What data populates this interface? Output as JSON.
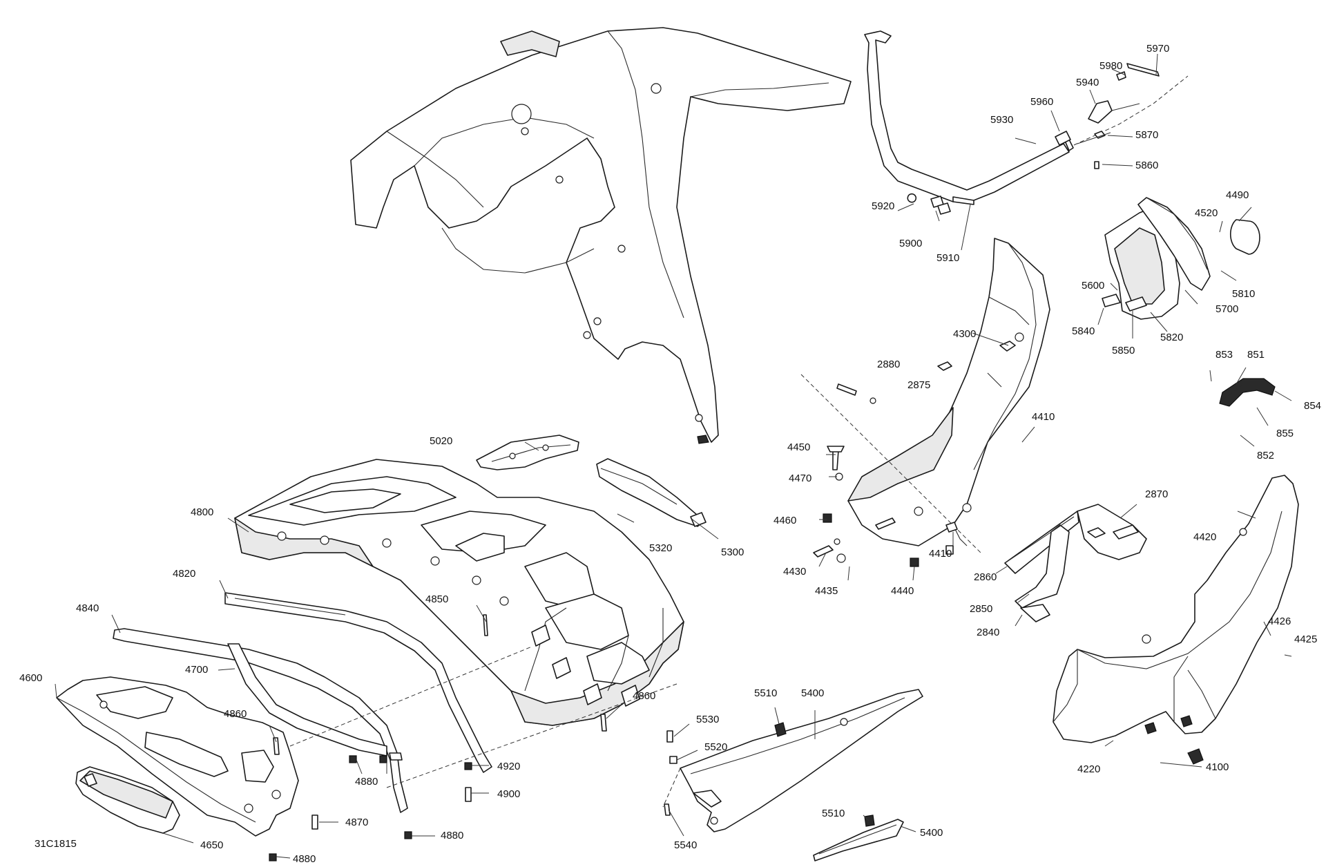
{
  "figure_id": "31C1815",
  "callouts": [
    {
      "id": "c5970",
      "label": "5970"
    },
    {
      "id": "c5980",
      "label": "5980"
    },
    {
      "id": "c5940",
      "label": "5940"
    },
    {
      "id": "c5960",
      "label": "5960"
    },
    {
      "id": "c5930",
      "label": "5930"
    },
    {
      "id": "c5870",
      "label": "5870"
    },
    {
      "id": "c5860",
      "label": "5860"
    },
    {
      "id": "c5920",
      "label": "5920"
    },
    {
      "id": "c5900",
      "label": "5900"
    },
    {
      "id": "c5910",
      "label": "5910"
    },
    {
      "id": "c4490",
      "label": "4490"
    },
    {
      "id": "c4520",
      "label": "4520"
    },
    {
      "id": "c5600",
      "label": "5600"
    },
    {
      "id": "c5700",
      "label": "5700"
    },
    {
      "id": "c5810",
      "label": "5810"
    },
    {
      "id": "c5840",
      "label": "5840"
    },
    {
      "id": "c5850",
      "label": "5850"
    },
    {
      "id": "c5820",
      "label": "5820"
    },
    {
      "id": "c4300",
      "label": "4300"
    },
    {
      "id": "c2880",
      "label": "2880"
    },
    {
      "id": "c2875",
      "label": "2875"
    },
    {
      "id": "c4410a",
      "label": "4410"
    },
    {
      "id": "c4410b",
      "label": "4410"
    },
    {
      "id": "c4450",
      "label": "4450"
    },
    {
      "id": "c4470",
      "label": "4470"
    },
    {
      "id": "c4460",
      "label": "4460"
    },
    {
      "id": "c4430",
      "label": "4430"
    },
    {
      "id": "c4435",
      "label": "4435"
    },
    {
      "id": "c4440",
      "label": "4440"
    },
    {
      "id": "c853",
      "label": "853"
    },
    {
      "id": "c851",
      "label": "851"
    },
    {
      "id": "c854",
      "label": "854"
    },
    {
      "id": "c855",
      "label": "855"
    },
    {
      "id": "c852",
      "label": "852"
    },
    {
      "id": "c2870",
      "label": "2870"
    },
    {
      "id": "c2860",
      "label": "2860"
    },
    {
      "id": "c2850",
      "label": "2850"
    },
    {
      "id": "c2840",
      "label": "2840"
    },
    {
      "id": "c4420",
      "label": "4420"
    },
    {
      "id": "c4426",
      "label": "4426"
    },
    {
      "id": "c4425",
      "label": "4425"
    },
    {
      "id": "c4220",
      "label": "4220"
    },
    {
      "id": "c4100",
      "label": "4100"
    },
    {
      "id": "c5020",
      "label": "5020"
    },
    {
      "id": "c4800",
      "label": "4800"
    },
    {
      "id": "c5320",
      "label": "5320"
    },
    {
      "id": "c5300",
      "label": "5300"
    },
    {
      "id": "c4820",
      "label": "4820"
    },
    {
      "id": "c4840",
      "label": "4840"
    },
    {
      "id": "c4850",
      "label": "4850"
    },
    {
      "id": "c4700",
      "label": "4700"
    },
    {
      "id": "c4600",
      "label": "4600"
    },
    {
      "id": "c4860a",
      "label": "4860"
    },
    {
      "id": "c4860b",
      "label": "4860"
    },
    {
      "id": "c4920",
      "label": "4920"
    },
    {
      "id": "c4900",
      "label": "4900"
    },
    {
      "id": "c4880a",
      "label": "4880"
    },
    {
      "id": "c4880b",
      "label": "4880"
    },
    {
      "id": "c4880c",
      "label": "4880"
    },
    {
      "id": "c4870",
      "label": "4870"
    },
    {
      "id": "c4650",
      "label": "4650"
    },
    {
      "id": "c5510a",
      "label": "5510"
    },
    {
      "id": "c5400a",
      "label": "5400"
    },
    {
      "id": "c5530",
      "label": "5530"
    },
    {
      "id": "c5520",
      "label": "5520"
    },
    {
      "id": "c5540",
      "label": "5540"
    },
    {
      "id": "c5510b",
      "label": "5510"
    },
    {
      "id": "c5400b",
      "label": "5400"
    }
  ]
}
